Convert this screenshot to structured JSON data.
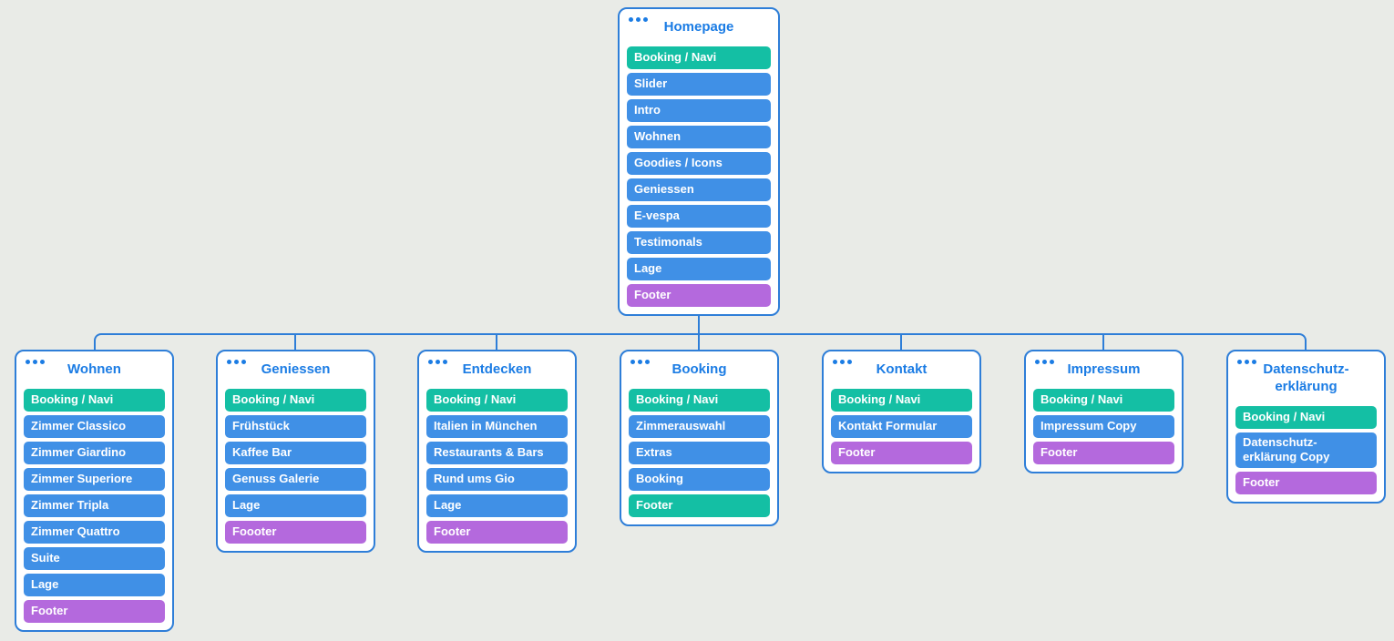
{
  "palette": {
    "background": "#e9ebe7",
    "card_background": "#ffffff",
    "line_blue": "#2e7ed8",
    "heading_blue": "#1b7ce4",
    "block_teal": "#14bfa4",
    "block_blue": "#4090e6",
    "block_purple": "#b469dd",
    "block_text": "#ffffff"
  },
  "sitemap": {
    "root": {
      "title": "Homepage",
      "blocks": [
        {
          "label": "Booking / Navi",
          "color": "teal"
        },
        {
          "label": "Slider",
          "color": "blue"
        },
        {
          "label": "Intro",
          "color": "blue"
        },
        {
          "label": "Wohnen",
          "color": "blue"
        },
        {
          "label": "Goodies / Icons",
          "color": "blue"
        },
        {
          "label": "Geniessen",
          "color": "blue"
        },
        {
          "label": "E-vespa",
          "color": "blue"
        },
        {
          "label": "Testimonals",
          "color": "blue"
        },
        {
          "label": "Lage",
          "color": "blue"
        },
        {
          "label": "Footer",
          "color": "purple"
        }
      ]
    },
    "children": [
      {
        "title": "Wohnen",
        "blocks": [
          {
            "label": "Booking / Navi",
            "color": "teal"
          },
          {
            "label": "Zimmer Classico",
            "color": "blue"
          },
          {
            "label": "Zimmer Giardino",
            "color": "blue"
          },
          {
            "label": "Zimmer Superiore",
            "color": "blue"
          },
          {
            "label": "Zimmer Tripla",
            "color": "blue"
          },
          {
            "label": "Zimmer Quattro",
            "color": "blue"
          },
          {
            "label": "Suite",
            "color": "blue"
          },
          {
            "label": "Lage",
            "color": "blue"
          },
          {
            "label": "Footer",
            "color": "purple"
          }
        ]
      },
      {
        "title": "Geniessen",
        "blocks": [
          {
            "label": "Booking / Navi",
            "color": "teal"
          },
          {
            "label": "Frühstück",
            "color": "blue"
          },
          {
            "label": "Kaffee Bar",
            "color": "blue"
          },
          {
            "label": "Genuss Galerie",
            "color": "blue"
          },
          {
            "label": "Lage",
            "color": "blue"
          },
          {
            "label": "Foooter",
            "color": "purple"
          }
        ]
      },
      {
        "title": "Entdecken",
        "blocks": [
          {
            "label": "Booking / Navi",
            "color": "teal"
          },
          {
            "label": "Italien in München",
            "color": "blue"
          },
          {
            "label": "Restaurants & Bars",
            "color": "blue"
          },
          {
            "label": "Rund ums Gio",
            "color": "blue"
          },
          {
            "label": "Lage",
            "color": "blue"
          },
          {
            "label": "Footer",
            "color": "purple"
          }
        ]
      },
      {
        "title": "Booking",
        "blocks": [
          {
            "label": "Booking / Navi",
            "color": "teal"
          },
          {
            "label": "Zimmerauswahl",
            "color": "blue"
          },
          {
            "label": "Extras",
            "color": "blue"
          },
          {
            "label": "Booking",
            "color": "blue"
          },
          {
            "label": "Footer",
            "color": "teal"
          }
        ]
      },
      {
        "title": "Kontakt",
        "blocks": [
          {
            "label": "Booking / Navi",
            "color": "teal"
          },
          {
            "label": "Kontakt Formular",
            "color": "blue"
          },
          {
            "label": "Footer",
            "color": "purple"
          }
        ]
      },
      {
        "title": "Impressum",
        "blocks": [
          {
            "label": "Booking / Navi",
            "color": "teal"
          },
          {
            "label": "Impressum Copy",
            "color": "blue"
          },
          {
            "label": "Footer",
            "color": "purple"
          }
        ]
      },
      {
        "title": "Datenschutz-erklärung",
        "blocks": [
          {
            "label": "Booking / Navi",
            "color": "teal"
          },
          {
            "label": "Datenschutz-erklärung Copy",
            "color": "blue"
          },
          {
            "label": "Footer",
            "color": "purple"
          }
        ]
      }
    ]
  }
}
